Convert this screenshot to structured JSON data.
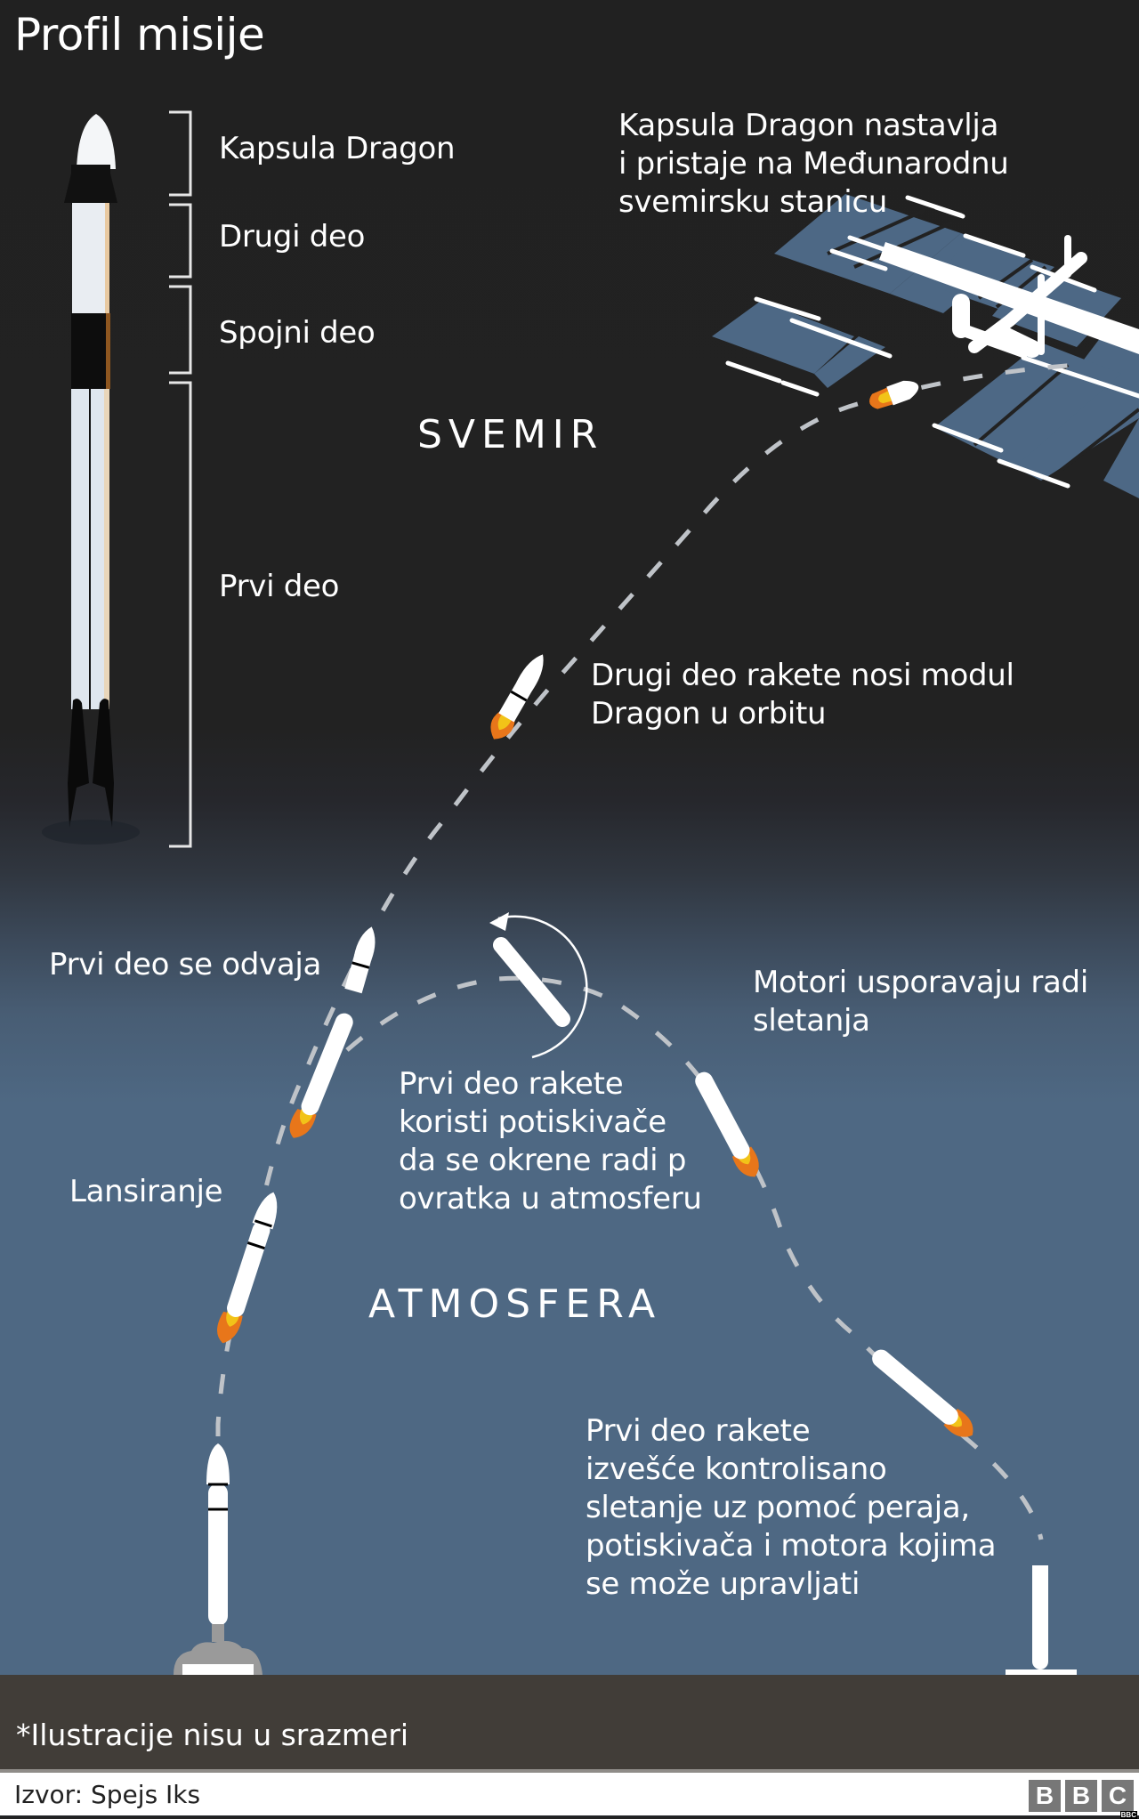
{
  "header": {
    "title": "Profil misije"
  },
  "rocket_parts": [
    {
      "label": "Kapsula Dragon"
    },
    {
      "label": "Drugi deo"
    },
    {
      "label": "Spojni deo"
    },
    {
      "label": "Prvi deo"
    }
  ],
  "zones": {
    "space": "SVEMIR",
    "atmosphere": "ATMOSFERA"
  },
  "steps": {
    "iss_docking": [
      "Kapsula Dragon nastavlja",
      "i pristaje na Međunarodnu",
      "svemirsku stanicu"
    ],
    "second_stage": [
      "Drugi deo rakete nosi modul",
      "Dragon u orbitu"
    ],
    "stage_separation": "Prvi deo se odvaja",
    "launch": "Lansiranje",
    "flip": [
      "Prvi deo rakete",
      "koristi potiskivače",
      "da se okrene radi p",
      "ovratka u atmosferu"
    ],
    "reentry_burn": [
      "Motori usporavaju radi",
      "sletanja"
    ],
    "landing": [
      "Prvi deo rakete",
      "izvešće kontrolisano",
      "sletanje uz pomoć peraja,",
      "potiskivača i motora kojima",
      "se može upravljati"
    ]
  },
  "footnote": "*Ilustracije nisu u srazmeri",
  "footer": {
    "source": "Izvor: Spejs Iks",
    "logo": [
      "B",
      "B",
      "C"
    ],
    "logo_small": "BBC"
  },
  "colors": {
    "space_bg": "#222222",
    "atmosphere_bg": "#4e6883",
    "ground": "#413d38",
    "solar_panel": "#4d6885",
    "flame_outer": "#e8761a",
    "flame_inner": "#f2c318",
    "trajectory": "#bfc4c9"
  }
}
